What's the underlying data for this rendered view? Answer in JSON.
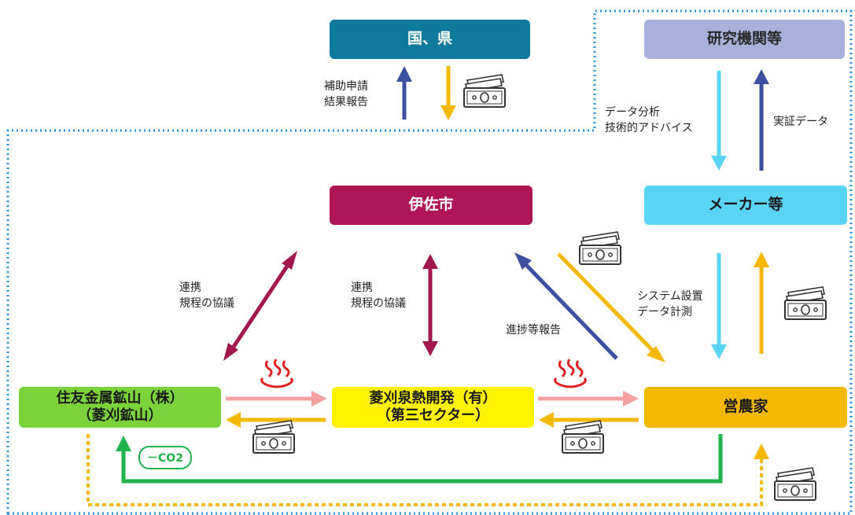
{
  "nodes": {
    "kuni_ken": "国、県",
    "kenkyu_kikan": "研究機関等",
    "isa_city": "伊佐市",
    "maker": "メーカー等",
    "sumitomo": [
      "住友金属鉱山（株）",
      "（菱刈鉱山）"
    ],
    "hishikari_onsen": [
      "菱刈泉熱開発（有）",
      "（第三セクター）"
    ],
    "farmer": "営農家"
  },
  "labels": {
    "hojo": [
      "補助申請",
      "結果報告"
    ],
    "data_analysis": [
      "データ分析",
      "技術的アドバイス"
    ],
    "jissho": "実証データ",
    "renkei_left": [
      "連携",
      "規程の協議"
    ],
    "renkei_mid": [
      "連携",
      "規程の協議"
    ],
    "shinchoku": "進捗等報告",
    "system": [
      "システム設置",
      "データ計測"
    ],
    "co2": "－CO2"
  },
  "colors": {
    "blue_arrow": "#3d4f9f",
    "yellow_arrow": "#f5b800",
    "magenta_arrow": "#a3174f",
    "cyan_arrow": "#59d4f5",
    "pink_arrow": "#f4a0a0",
    "green_line": "#1db24a",
    "dotted_border": "#2b8fd6",
    "hotspring_icon": "#e02020"
  }
}
